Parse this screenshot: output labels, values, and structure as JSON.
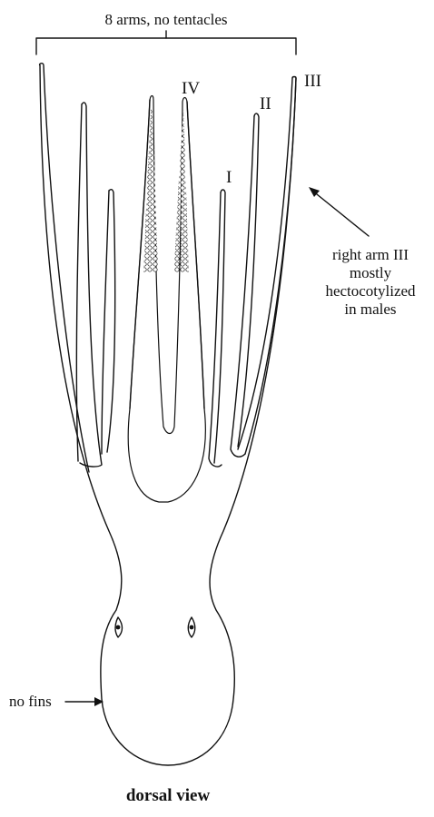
{
  "labels": {
    "top": "8 arms, no tentacles",
    "arm_iv": "IV",
    "arm_ii": "II",
    "arm_iii": "III",
    "arm_i": "I",
    "side_note_line1": "right arm III",
    "side_note_line2": "mostly",
    "side_note_line3": "hectocotylized",
    "side_note_line4": "in males",
    "fins": "no fins",
    "caption": "dorsal view"
  }
}
